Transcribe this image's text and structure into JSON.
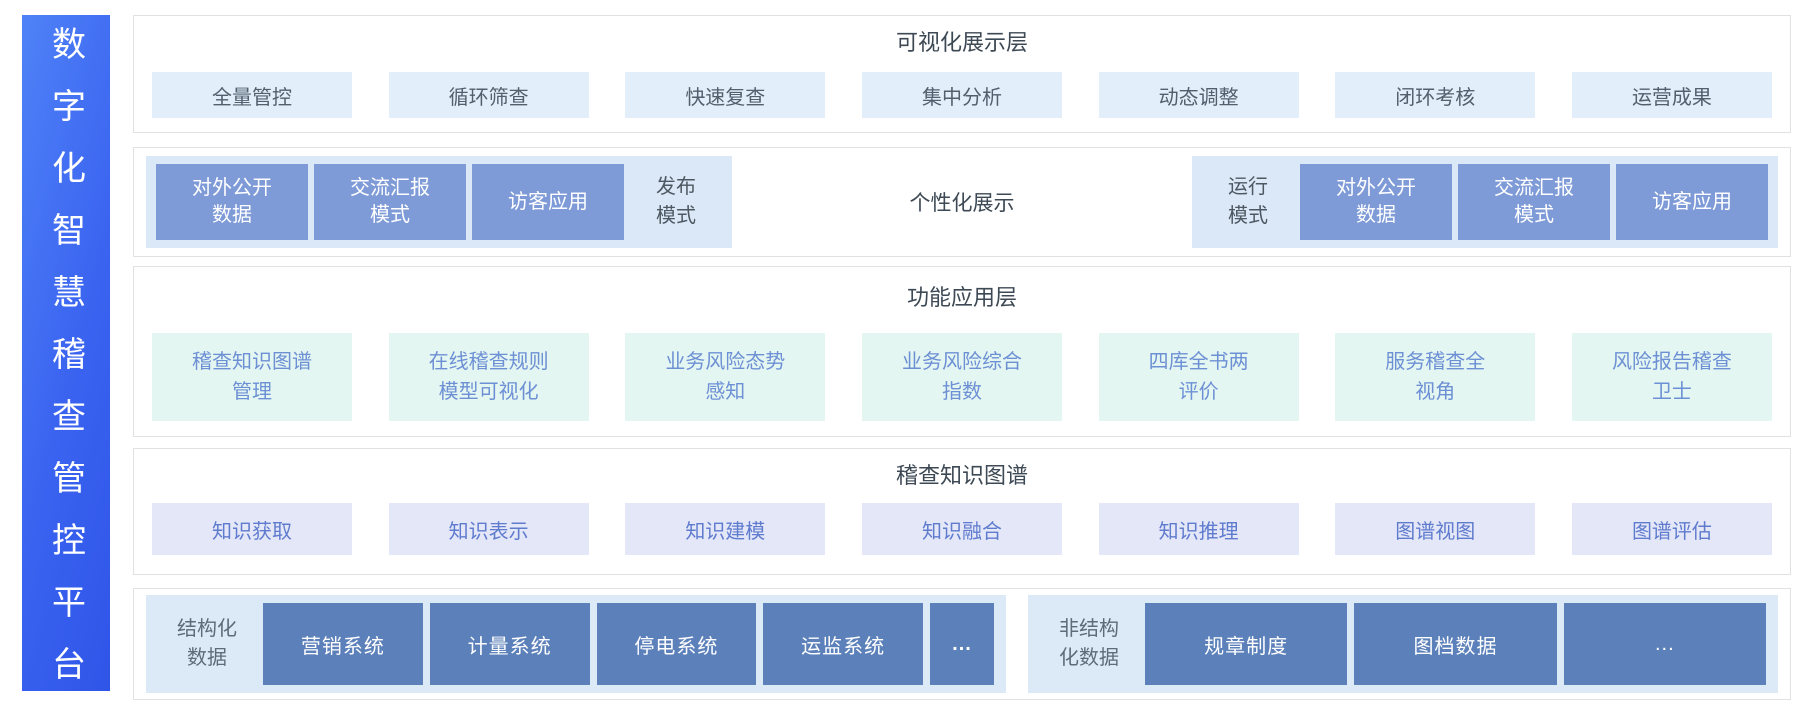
{
  "platform": {
    "title": "数字化智慧稽查管控平台"
  },
  "visualization_layer": {
    "title": "可视化展示层",
    "items": [
      "全量管控",
      "循环筛查",
      "快速复查",
      "集中分析",
      "动态调整",
      "闭环考核",
      "运营成果"
    ]
  },
  "display_modes": {
    "publish_group": {
      "boxes": [
        "对外公开\n数据",
        "交流汇报\n模式",
        "访客应用"
      ],
      "label": "发布\n模式"
    },
    "center_label": "个性化展示",
    "runtime_group": {
      "label": "运行\n模式",
      "boxes": [
        "对外公开\n数据",
        "交流汇报\n模式",
        "访客应用"
      ]
    }
  },
  "function_layer": {
    "title": "功能应用层",
    "items": [
      "稽查知识图谱\n管理",
      "在线稽查规则\n模型可视化",
      "业务风险态势\n感知",
      "业务风险综合\n指数",
      "四库全书两\n评价",
      "服务稽查全\n视角",
      "风险报告稽查\n卫士"
    ]
  },
  "knowledge_graph_layer": {
    "title": "稽查知识图谱",
    "items": [
      "知识获取",
      "知识表示",
      "知识建模",
      "知识融合",
      "知识推理",
      "图谱视图",
      "图谱评估"
    ]
  },
  "data_layer": {
    "structured": {
      "label": "结构化\n数据",
      "systems": [
        "营销系统",
        "计量系统",
        "停电系统",
        "运监系统",
        "..."
      ]
    },
    "unstructured": {
      "label": "非结构\n化数据",
      "systems": [
        "规章制度",
        "图档数据",
        "..."
      ]
    }
  },
  "colors": {
    "sidebar_gradient_start": "#4f82f7",
    "sidebar_gradient_end": "#2f55e8",
    "chip_blue_bg": "#e2eef9",
    "chip_mint_bg": "#e4f6f1",
    "chip_lavender_bg": "#e4e7f8",
    "group_container_bg": "#dae8f7",
    "mode_box_bg": "#7e9bd7",
    "data_box_bg": "#5c80ba",
    "panel_border": "#e1e1e1"
  }
}
